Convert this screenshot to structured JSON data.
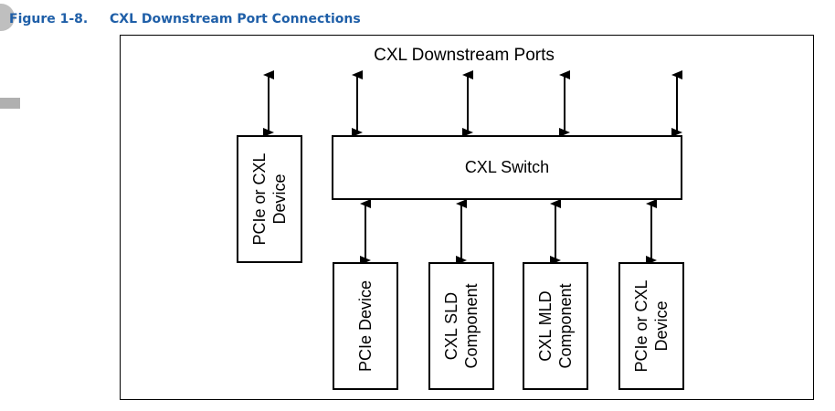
{
  "caption": {
    "number": "Figure 1-8.",
    "title": "CXL Downstream Port Connections"
  },
  "diagram": {
    "ports_label": "CXL Downstream Ports",
    "switch_label": "CXL Switch",
    "side_device": {
      "line1": "PCIe or CXL",
      "line2": "Device"
    },
    "bottom_devices": [
      {
        "line1": "PCIe Device",
        "line2": ""
      },
      {
        "line1": "CXL SLD",
        "line2": "Component"
      },
      {
        "line1": "CXL MLD",
        "line2": "Component"
      },
      {
        "line1": "PCIe or CXL",
        "line2": "Device"
      }
    ]
  }
}
